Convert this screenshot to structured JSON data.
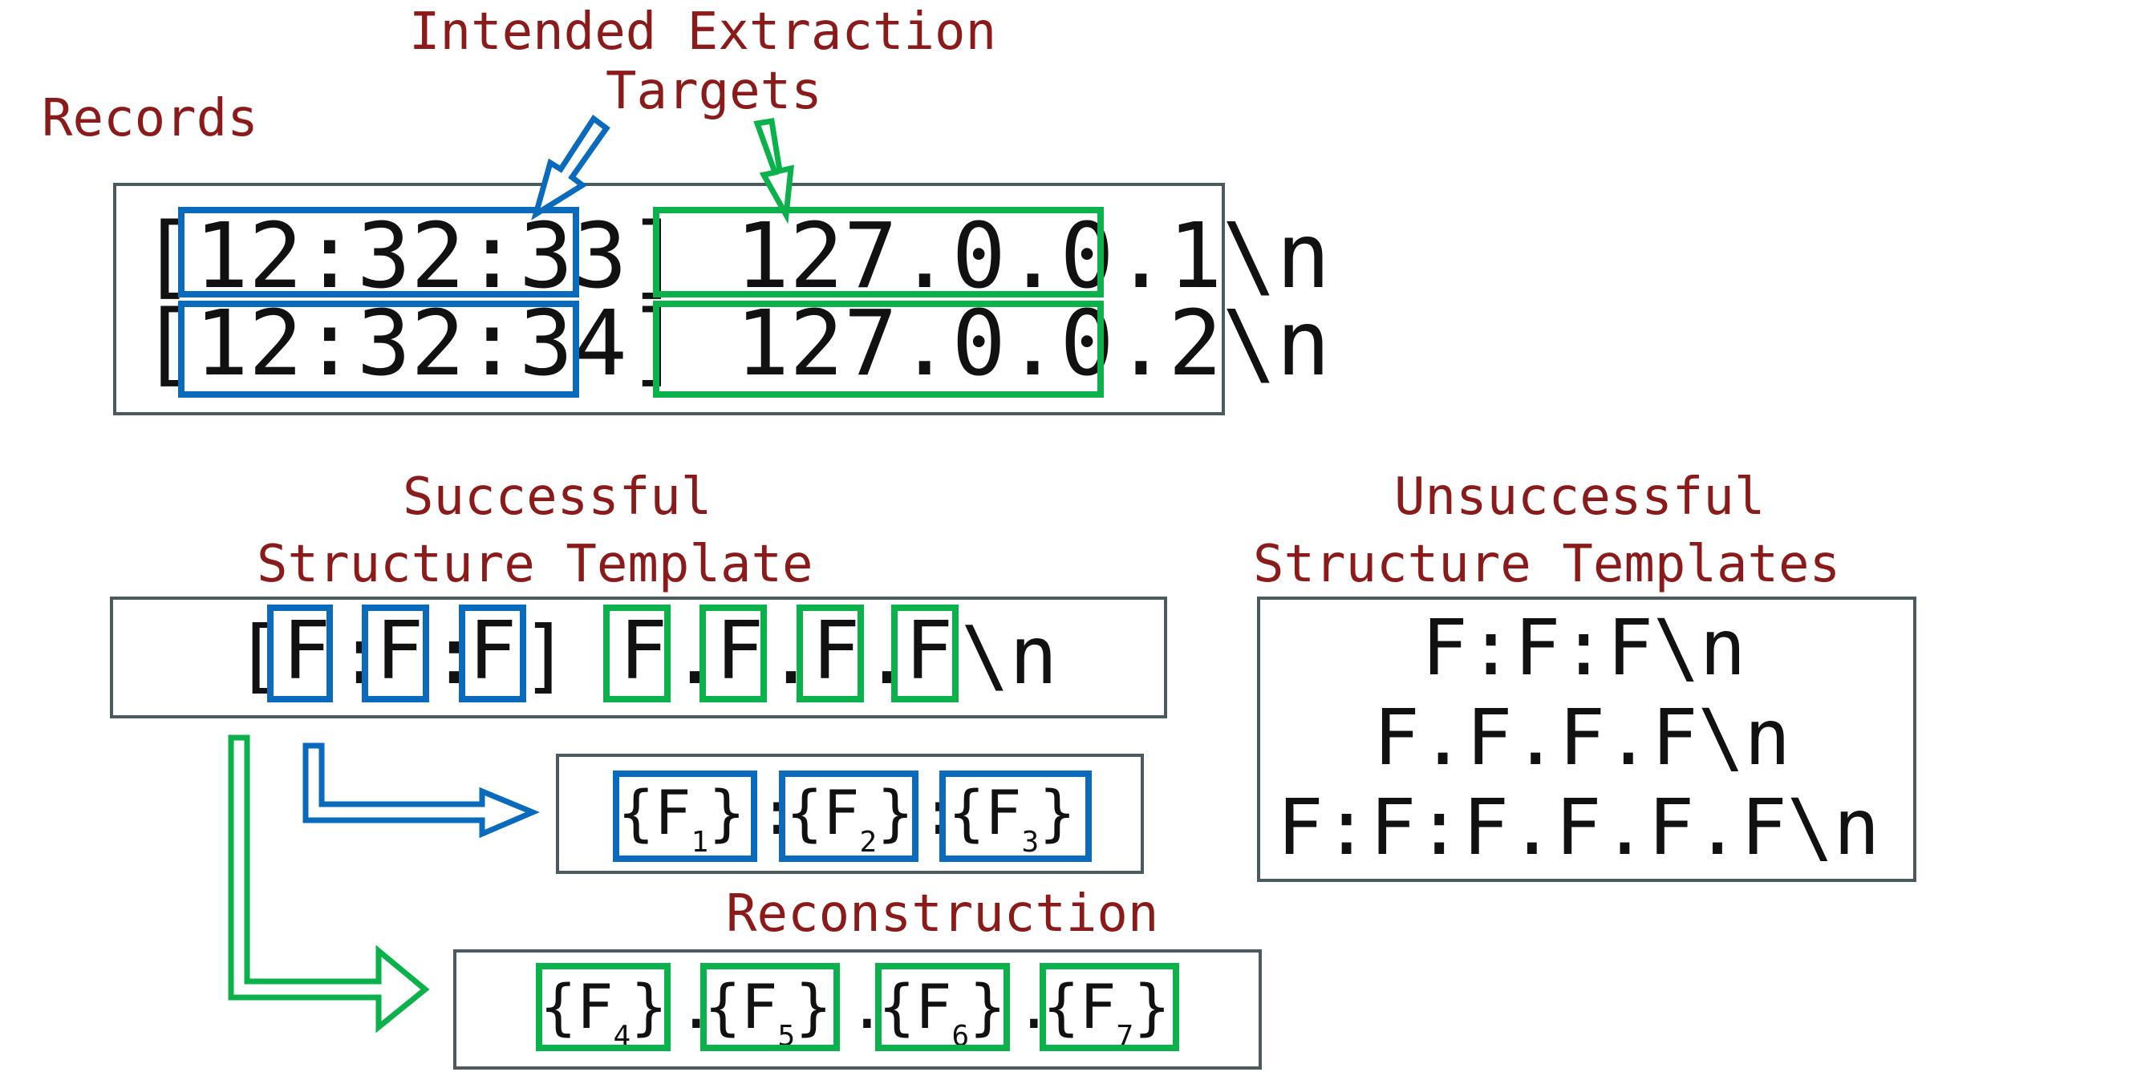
{
  "labels": {
    "records": "Records",
    "intended_line1": "Intended Extraction",
    "intended_line2": "Targets",
    "successful_line1": "Successful",
    "successful_line2": "Structure Template",
    "unsuccessful_line1": "Unsuccessful",
    "unsuccessful_line2": "Structure Templates",
    "reconstruction": "Reconstruction"
  },
  "records": [
    {
      "open": "[",
      "time": "12:32:33",
      "close": "]",
      "ip": "127.0.0.1",
      "end": "\\n"
    },
    {
      "open": "[",
      "time": "12:32:34",
      "close": "]",
      "ip": "127.0.0.2",
      "end": "\\n"
    }
  ],
  "template": {
    "open": "[",
    "field": "F",
    "colon": ":",
    "close": "]",
    "dot": ".",
    "end": "\\n"
  },
  "unsuccessful": [
    "F:F:F\\n",
    "F.F.F.F\\n",
    "F:F:F.F.F.F\\n"
  ],
  "time_parts": [
    {
      "open": "{F",
      "index": "1",
      "close": "}"
    },
    {
      "open": "{F",
      "index": "2",
      "close": "}"
    },
    {
      "open": "{F",
      "index": "3",
      "close": "}"
    }
  ],
  "time_sep": ":",
  "ip_parts": [
    {
      "open": "{F",
      "index": "4",
      "close": "}"
    },
    {
      "open": "{F",
      "index": "5",
      "close": "}"
    },
    {
      "open": "{F",
      "index": "6",
      "close": "}"
    },
    {
      "open": "{F",
      "index": "7",
      "close": "}"
    }
  ],
  "ip_sep": ".",
  "colors": {
    "label": "#8b1a1a",
    "time_highlight": "#0a6bbd",
    "ip_highlight": "#0bb14a",
    "panel_border": "#4a5a5f",
    "text": "#111111"
  }
}
